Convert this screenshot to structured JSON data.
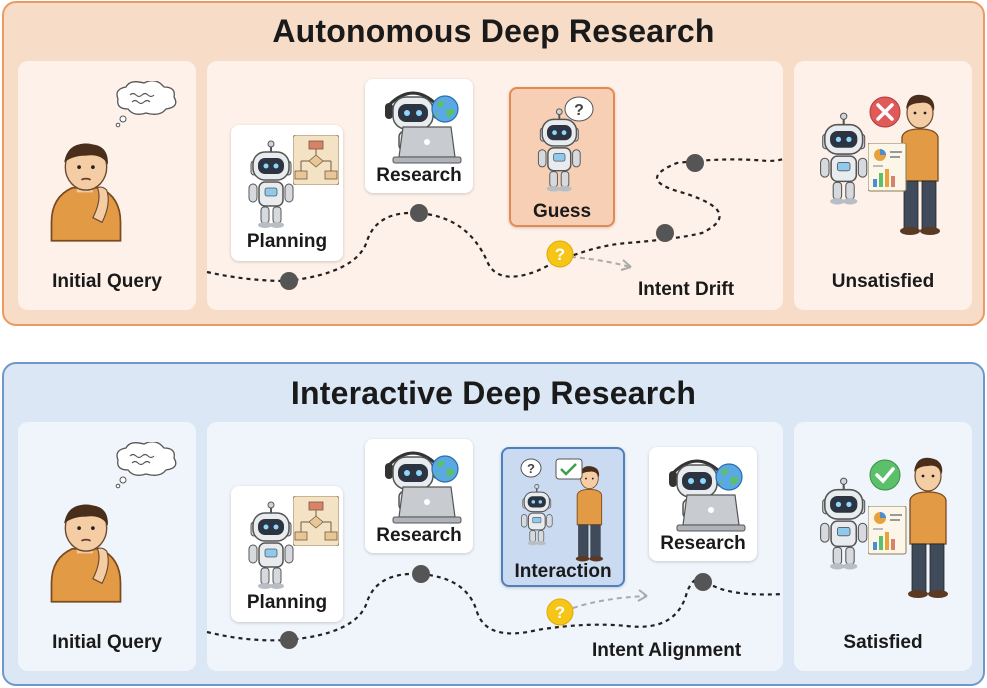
{
  "autonomous": {
    "title": "Autonomous Deep Research",
    "initial_query": "Initial Query",
    "planning": "Planning",
    "research": "Research",
    "guess": "Guess",
    "intent_drift": "Intent Drift",
    "outcome": "Unsatisfied"
  },
  "interactive": {
    "title": "Interactive Deep Research",
    "initial_query": "Initial Query",
    "planning": "Planning",
    "research_1": "Research",
    "interaction": "Interaction",
    "research_2": "Research",
    "intent_alignment": "Intent Alignment",
    "outcome": "Satisfied"
  },
  "colors": {
    "autonomous_bg": "#f7dcc8",
    "autonomous_border": "#e99b62",
    "interactive_bg": "#dbe7f5",
    "interactive_border": "#6f98c8",
    "question_marker": "#f5c518",
    "path_node": "#555555"
  },
  "icons": [
    "thinking-person-icon",
    "thought-bubble-icon",
    "robot-icon",
    "flowchart-icon",
    "globe-icon",
    "laptop-icon",
    "question-mark-icon",
    "cross-icon",
    "check-icon",
    "chart-icon"
  ]
}
